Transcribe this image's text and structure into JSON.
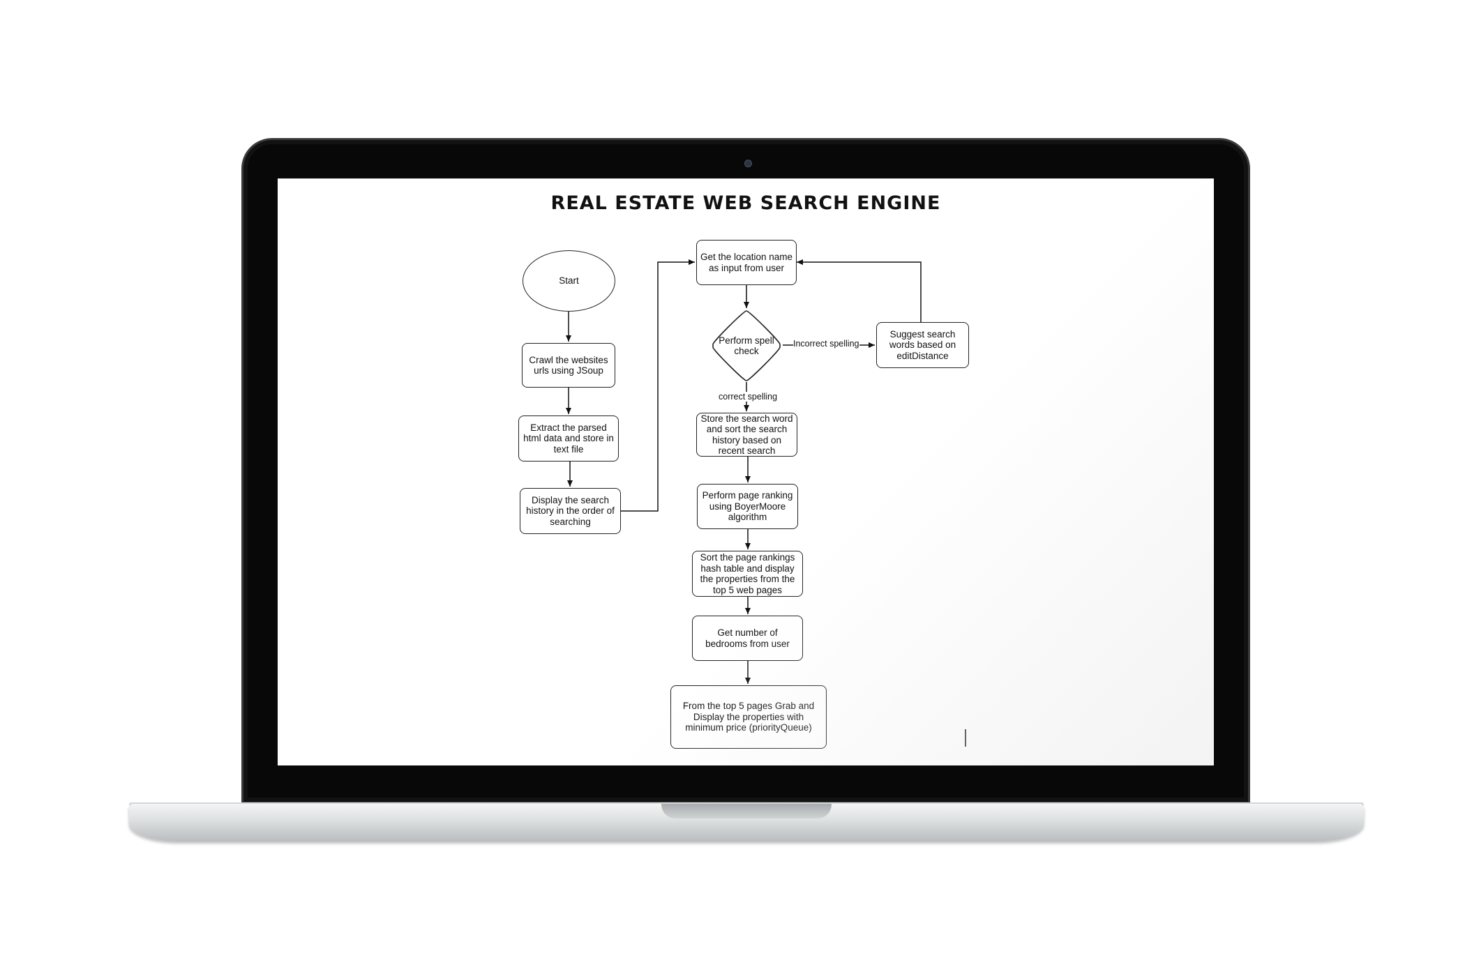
{
  "diagram": {
    "title": "REAL ESTATE WEB SEARCH ENGINE",
    "nodes": {
      "start": "Start",
      "crawl": "Crawl the websites urls using JSoup",
      "extract": "Extract the parsed html data and store in text file",
      "display_history": "Display the search history in the order of searching",
      "get_location": "Get the location name as input from user",
      "spell_check": "Perform spell check",
      "suggest": "Suggest search words based on editDistance",
      "store_word": "Store the search word and sort the search history based on recent search",
      "page_ranking": "Perform page ranking using BoyerMoore algorithm",
      "sort_rankings": "Sort the page rankings hash table and display the properties from the top 5 web pages",
      "bedrooms": "Get number of bedrooms from user",
      "min_price": "From the top 5 pages Grab and Display the properties with minimum price (priorityQueue)"
    },
    "edge_labels": {
      "incorrect": "Incorrect spelling",
      "correct": "correct spelling"
    }
  }
}
